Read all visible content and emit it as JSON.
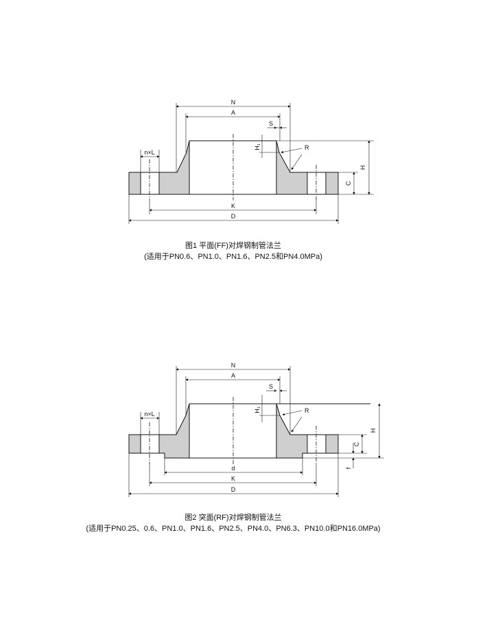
{
  "figures": [
    {
      "title": "图1 平面(FF)对焊钢制管法兰",
      "subtitle": "(适用于PN0.6、PN1.0、PN1.6、PN2.5和PN4.0MPa)",
      "labels": {
        "N": "N",
        "A": "A",
        "S": "S",
        "H1": "H₁",
        "R": "R",
        "H": "H",
        "C": "C",
        "K": "K",
        "D": "D",
        "nL": "n×L"
      }
    },
    {
      "title": "图2 突面(RF)对焊钢制管法兰",
      "subtitle": "(适用于PN0.25、0.6、PN1.0、PN1.6、PN2.5、PN4.0、PN6.3、PN10.0和PN16.0MPa)",
      "labels": {
        "N": "N",
        "A": "A",
        "S": "S",
        "H1": "H₁",
        "R": "R",
        "H": "H",
        "C": "C",
        "f": "f",
        "d": "d",
        "K": "K",
        "D": "D",
        "nL": "n×L"
      }
    }
  ]
}
